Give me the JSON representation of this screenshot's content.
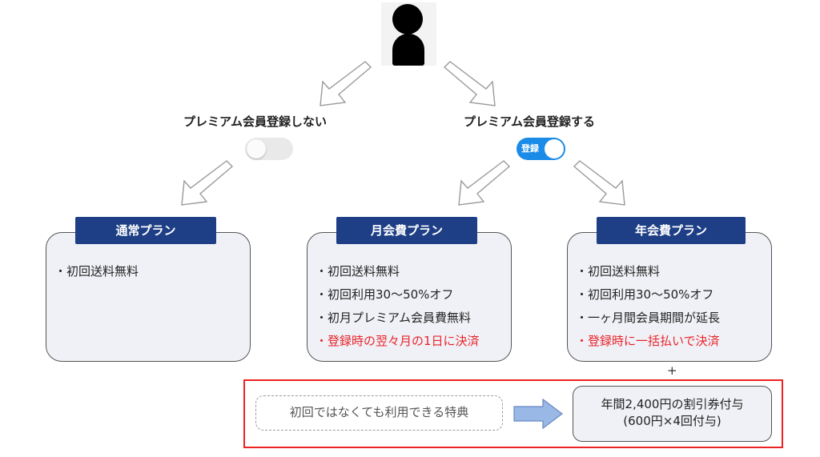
{
  "branches": {
    "no": {
      "label": "プレミアム会員登録しない",
      "toggle_on": false
    },
    "yes": {
      "label": "プレミアム会員登録する",
      "toggle_on": true,
      "toggle_text": "登録"
    }
  },
  "plans": [
    {
      "title": "通常プラン",
      "items": [
        "・初回送料無料"
      ],
      "red_items": []
    },
    {
      "title": "月会費プラン",
      "items": [
        "・初回送料無料",
        "・初回利用30～50%オフ",
        "・初月プレミアム会員費無料"
      ],
      "red_items": [
        "・登録時の翌々月の1日に決済"
      ]
    },
    {
      "title": "年会費プラン",
      "items": [
        "・初回送料無料",
        "・初回利用30～50%オフ",
        "・一ヶ月間会員期間が延長"
      ],
      "red_items": [
        "・登録時に一括払いで決済"
      ]
    }
  ],
  "bonus": {
    "plus": "+",
    "left_text": "初回ではなくても利用できる特典",
    "right_line1": "年間2,400円の割引券付与",
    "right_line2": "(600円×4回付与)"
  },
  "colors": {
    "header_navy": "#1e3f86",
    "card_fill": "#f0f1f6",
    "toggle_on": "#1a8be7",
    "highlight_red": "#e8242b",
    "arrow_blue": "#9ab8e6"
  }
}
